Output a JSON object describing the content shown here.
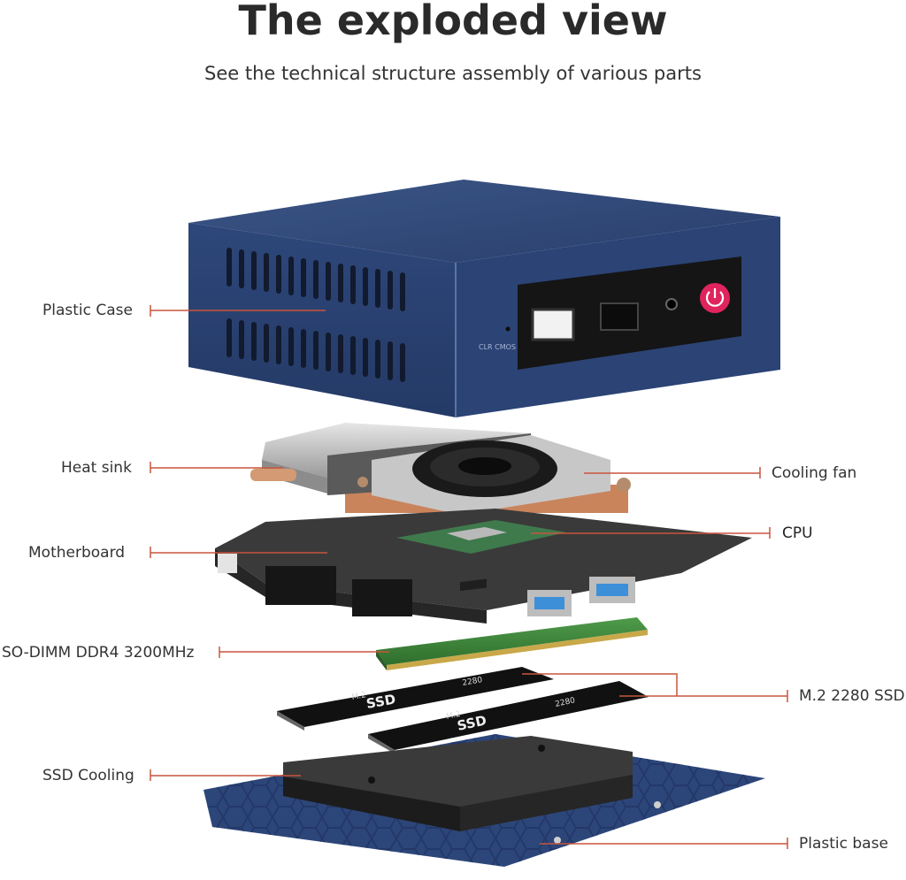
{
  "header": {
    "title": "The exploded view",
    "subtitle": "See the technical structure assembly of various parts"
  },
  "device": {
    "side_marking": "CLR CMOS"
  },
  "ssd_modules": [
    {
      "type_label": "M.2",
      "brand_label": "SSD",
      "size_label": "2280"
    },
    {
      "type_label": "M.2",
      "brand_label": "SSD",
      "size_label": "2280"
    }
  ],
  "callouts": {
    "plastic_case": "Plastic Case",
    "heat_sink": "Heat sink",
    "cooling_fan": "Cooling fan",
    "motherboard": "Motherboard",
    "cpu": "CPU",
    "ram": "SO-DIMM DDR4 3200MHz",
    "ssd": "M.2 2280 SSD",
    "ssd_cooling": "SSD Cooling",
    "plastic_base": "Plastic base"
  },
  "colors": {
    "leader_line": "#c8553d",
    "case_blue": "#2c4679",
    "power_button": "#e0245e"
  }
}
